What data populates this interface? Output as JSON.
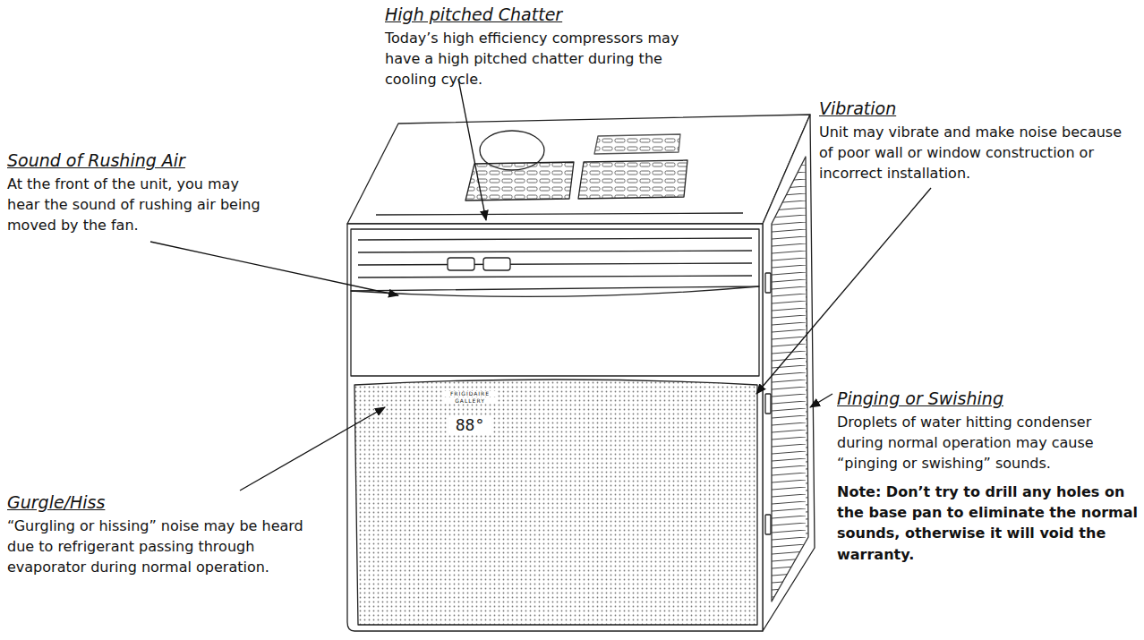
{
  "diagram": {
    "labels": [
      "High pitched Chatter",
      "Today’s high efficiency compressors may have a high pitched chatter during the cooling cycle.",
      "Sound of Rushing Air",
      "At the front of the unit, you may hear the sound of rushing air being moved by the fan.",
      "Vibration",
      "Unit may vibrate and make noise because of poor wall or window construction or incorrect installation.",
      "Pinging or Swishing",
      "Droplets of water hitting condenser during normal operation may cause “pinging or swishing” sounds.",
      "Note: Don’t try to drill any holes on the base pan to eliminate the normal sounds, otherwise it will void the warranty.",
      "Gurgle/Hiss",
      "“Gurgling or hissing” noise may be heard due to refrigerant passing through evaporator during normal operation.",
      "FRIGIDAIRE",
      "GALLERY",
      "88°"
    ]
  }
}
